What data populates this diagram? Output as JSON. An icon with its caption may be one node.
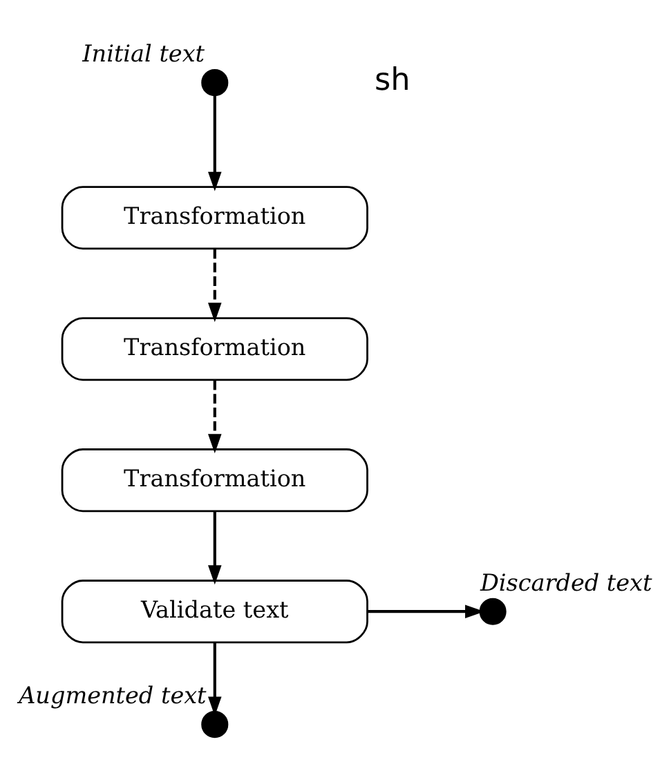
{
  "diagram": {
    "nodes": [
      {
        "text": [],
        "shape": "circle",
        "beside": [
          "Initial text"
        ]
      },
      {
        "text": [
          "Transformation"
        ]
      },
      {
        "text": [
          "Transformation"
        ]
      },
      {
        "text": [
          "Transformation"
        ]
      },
      {
        "text": [
          "Validate text"
        ]
      },
      {
        "text": [],
        "shape": "circle",
        "beside": [
          "Discarded text"
        ]
      },
      {
        "text": [],
        "shape": "circle",
        "beside": [
          "Augmented text"
        ]
      }
    ],
    "edges": [
      {
        "from": 0,
        "to": 1,
        "arrow": "to"
      },
      {
        "from": 1,
        "to": 2,
        "arrow": "to",
        "style": "dashed"
      },
      {
        "from": 2,
        "to": 3,
        "arrow": "to",
        "style": "dashed"
      },
      {
        "from": 3,
        "to": 4,
        "arrow": "to"
      },
      {
        "from": 4,
        "to": 5,
        "arrow": "to"
      },
      {
        "from": 4,
        "to": 6,
        "arrow": "to"
      }
    ],
    "labels": [
      "sh"
    ]
  }
}
